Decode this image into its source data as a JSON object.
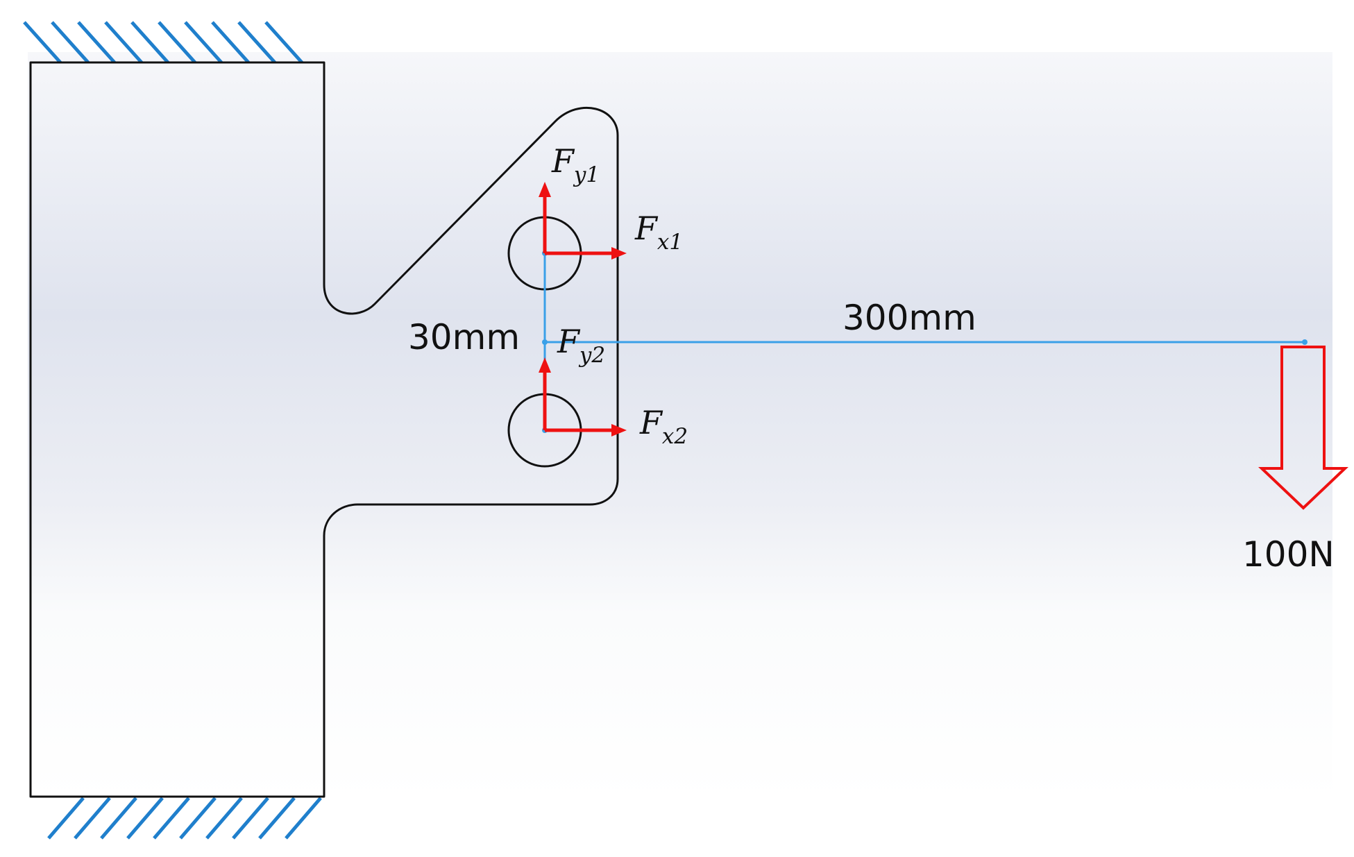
{
  "labels": {
    "fy1": {
      "main": "F",
      "sub": "y1"
    },
    "fx1": {
      "main": "F",
      "sub": "x1"
    },
    "fy2": {
      "main": "F",
      "sub": "y2"
    },
    "fx2": {
      "main": "F",
      "sub": "x2"
    },
    "bolt_spacing": "30mm",
    "lever_length": "300mm",
    "load": "100N"
  },
  "colors": {
    "outline": "#111111",
    "force": "#ee1111",
    "reference": "#3aa0e8",
    "hatch": "#1f7fcc",
    "background_shade": "#dfe3ee"
  }
}
